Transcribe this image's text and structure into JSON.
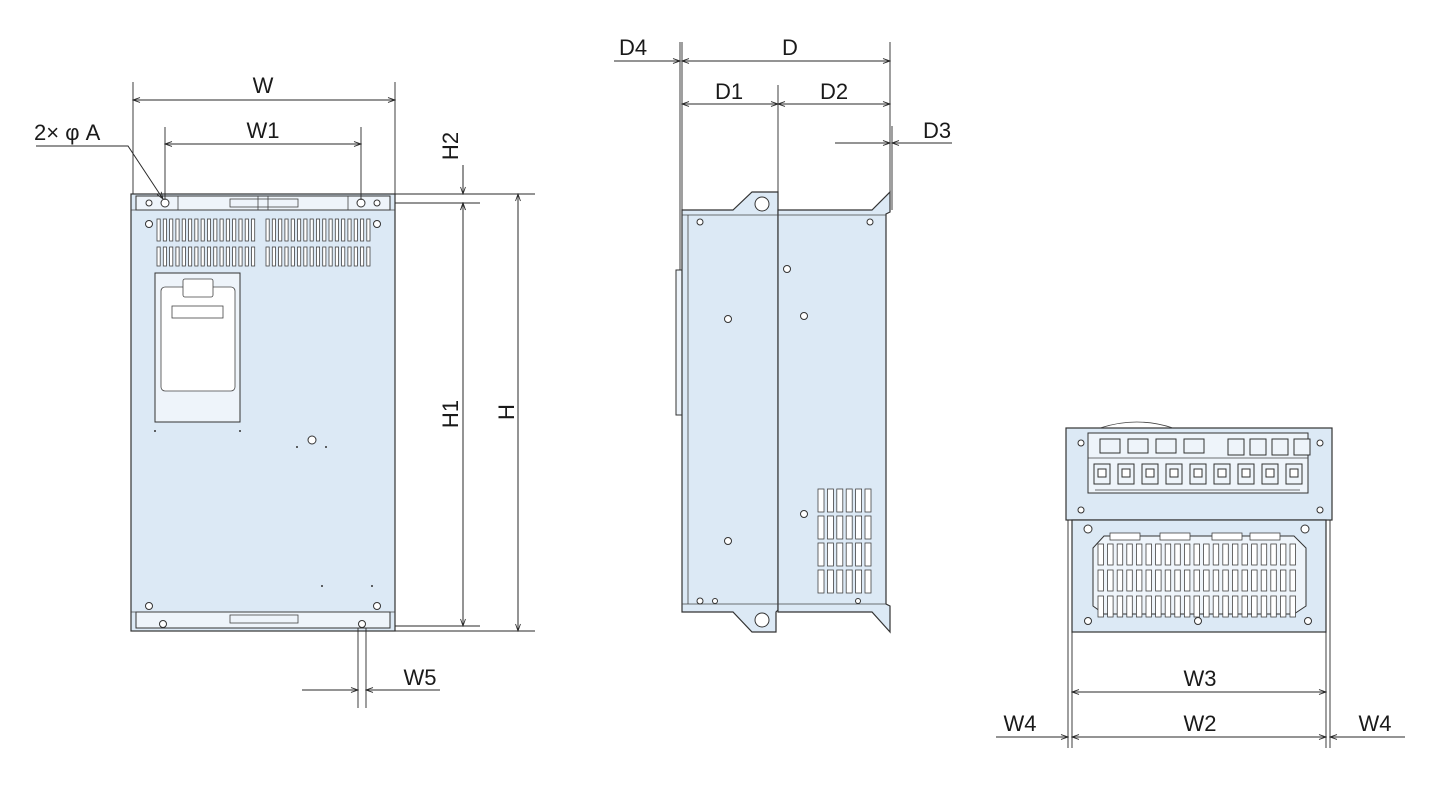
{
  "front_view": {
    "labels": {
      "w": "W",
      "w1": "W1",
      "hole": "2× φ A",
      "h2": "H2",
      "h1": "H1",
      "h": "H",
      "w5": "W5"
    }
  },
  "side_view": {
    "labels": {
      "d": "D",
      "d1": "D1",
      "d2": "D2",
      "d3": "D3",
      "d4": "D4"
    }
  },
  "bottom_view": {
    "labels": {
      "w2": "W2",
      "w3": "W3",
      "w4_left": "W4",
      "w4_right": "W4"
    }
  },
  "colors": {
    "body_fill": "#dce9f5",
    "outline": "#333333",
    "background": "#ffffff"
  }
}
